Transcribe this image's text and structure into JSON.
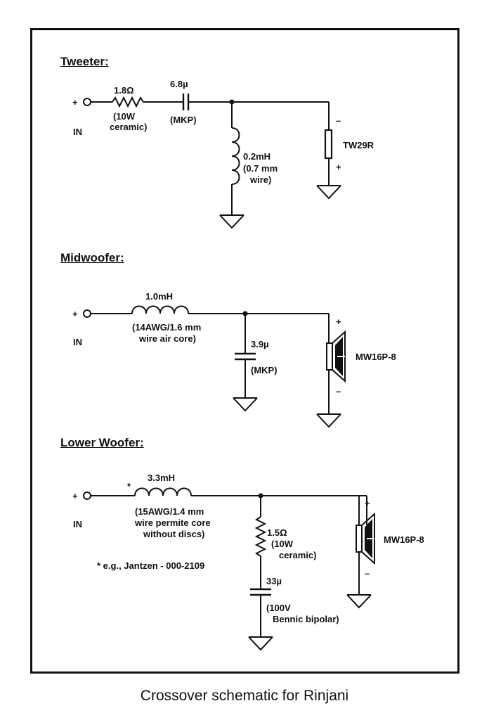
{
  "caption": "Crossover schematic for Rinjani",
  "tweeter": {
    "title": "Tweeter:",
    "input_plus": "+",
    "input_label": "IN",
    "resistor_value": "1.8Ω",
    "resistor_spec_1": "(10W",
    "resistor_spec_2": "ceramic)",
    "capacitor_value": "6.8µ",
    "capacitor_spec": "(MKP)",
    "inductor_value": "0.2mH",
    "inductor_spec_1": "(0.7 mm",
    "inductor_spec_2": "wire)",
    "driver_minus": "–",
    "driver_plus": "+",
    "driver_name": "TW29R"
  },
  "midwoofer": {
    "title": "Midwoofer:",
    "input_plus": "+",
    "input_label": "IN",
    "inductor_value": "1.0mH",
    "inductor_spec_1": "(14AWG/1.6 mm",
    "inductor_spec_2": "wire air core)",
    "capacitor_value": "3.9µ",
    "capacitor_spec": "(MKP)",
    "driver_plus": "+",
    "driver_minus": "–",
    "driver_name": "MW16P-8"
  },
  "lower_woofer": {
    "title": "Lower Woofer:",
    "input_plus": "+",
    "input_label": "IN",
    "asterisk": "*",
    "inductor_value": "3.3mH",
    "inductor_spec_1": "(15AWG/1.4 mm",
    "inductor_spec_2": "wire permite core",
    "inductor_spec_3": "without discs)",
    "footnote": "* e.g., Jantzen - 000-2109",
    "resistor_value": "1.5Ω",
    "resistor_spec_1": "(10W",
    "resistor_spec_2": "ceramic)",
    "capacitor_value": "33µ",
    "capacitor_spec_1": "(100V",
    "capacitor_spec_2": "Bennic bipolar)",
    "driver_plus": "+",
    "driver_minus": "–",
    "driver_name": "MW16P-8"
  }
}
